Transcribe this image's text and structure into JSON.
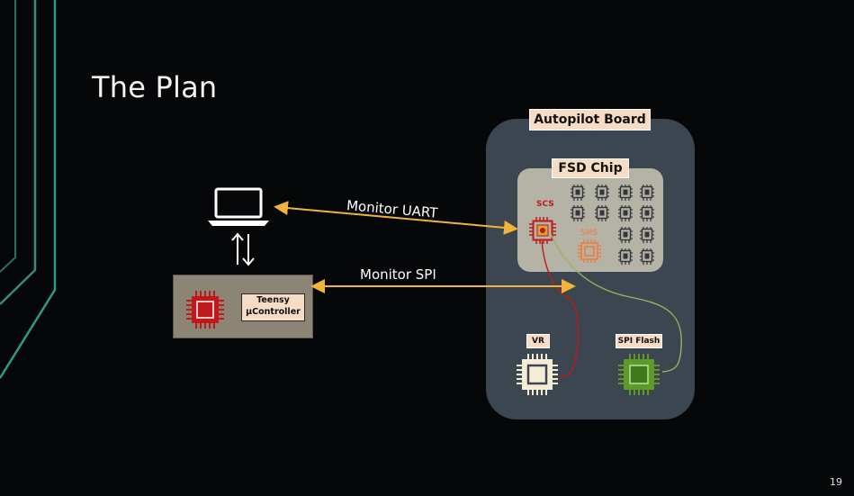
{
  "slide": {
    "title": "The Plan",
    "page_number": "19"
  },
  "links": {
    "uart_label": "Monitor UART",
    "spi_label": "Monitor SPI"
  },
  "teensy": {
    "label_line1": "Teensy",
    "label_line2": "µController"
  },
  "board": {
    "title": "Autopilot Board",
    "fsd_title": "FSD Chip",
    "scs_label": "SCS",
    "sms_label": "SMS",
    "vr_label": "VR",
    "flash_label": "SPI Flash"
  },
  "colors": {
    "arrow": "#f2b33a",
    "scs": "#c0191b",
    "sms": "#ee7c3c",
    "vr": "#f5ecd6",
    "flash": "#5d9a2a",
    "teensy_chip": "#c0191b",
    "trace_red": "#c0191b",
    "trace_green": "#9bb35a",
    "board": "#3c4650",
    "fsd": "#b5b3a6"
  },
  "icons": [
    "laptop-icon",
    "bidirectional-arrow-icon",
    "teensy-chip-icon",
    "scs-chip-icon",
    "sms-chip-icon",
    "vr-chip-icon",
    "spi-flash-chip-icon",
    "core-chip-icon"
  ]
}
